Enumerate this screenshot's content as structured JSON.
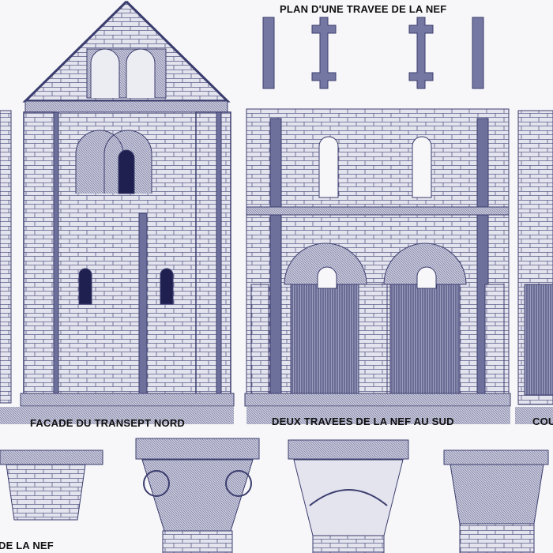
{
  "plate": {
    "labels": {
      "plan": "PLAN D'UNE TRAVEE DE LA NEF",
      "facade": "FACADE DU TRANSEPT NORD",
      "bays": "DEUX TRAVEES DE LA NEF AU SUD",
      "right_cut": "COU",
      "left_cut": "DE LA NEF"
    },
    "colors": {
      "ink": "#3b3d6e",
      "paper": "#f7f7f9",
      "shade": "#8a8cae"
    }
  }
}
